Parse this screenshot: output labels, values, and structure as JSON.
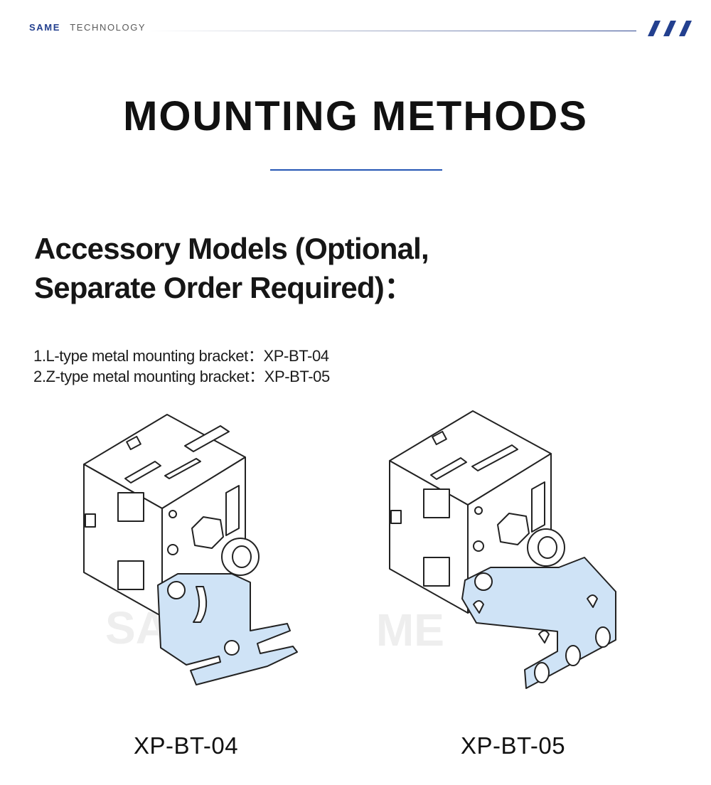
{
  "header": {
    "brand_primary": "SAME",
    "brand_secondary": "TECHNOLOGY",
    "accent_color": "#23408f"
  },
  "title": "MOUNTING METHODS",
  "section": {
    "heading_line1": "Accessory Models (Optional,",
    "heading_line2": "Separate Order Required)："
  },
  "items": [
    "1.L-type metal mounting bracket：XP-BT-04",
    "2.Z-type metal mounting bracket：XP-BT-05"
  ],
  "figures": [
    {
      "caption": "XP-BT-04",
      "watermark": "SAME",
      "bracket_color": "#cfe3f6"
    },
    {
      "caption": "XP-BT-05",
      "watermark": "SAME",
      "bracket_color": "#cfe3f6"
    }
  ]
}
